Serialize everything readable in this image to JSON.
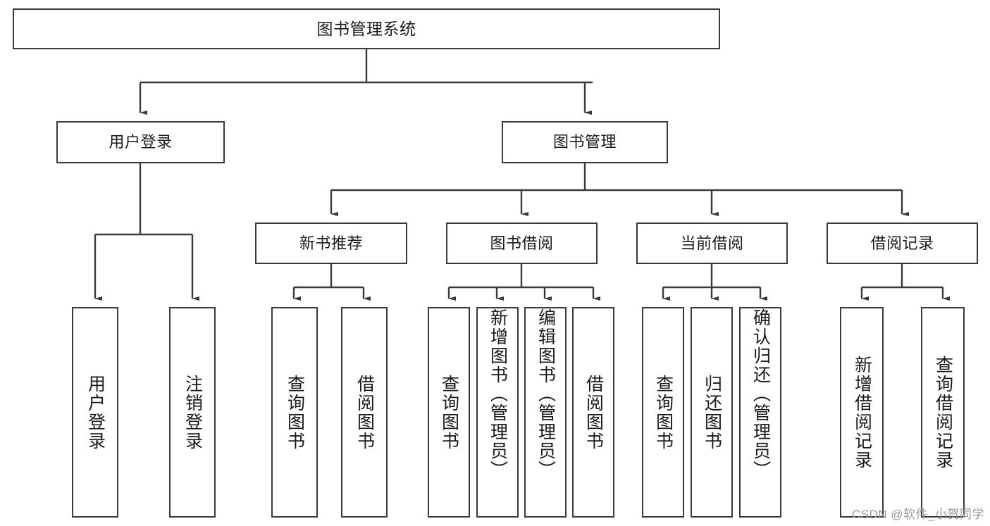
{
  "diagram": {
    "title": "图书管理系统",
    "type": "功能结构图",
    "line_color": "#3a3a3a",
    "box_fill": "#ffffff",
    "text_color": "#1a1a1a"
  },
  "watermark": {
    "text": "CSDN @软件_小贺同学",
    "color": "#9a9a9a"
  },
  "nodes": {
    "root": {
      "label": "图书管理系统"
    },
    "level2": [
      {
        "id": "user-login",
        "label": "用户登录"
      },
      {
        "id": "book-management",
        "label": "图书管理"
      }
    ],
    "level3": [
      {
        "id": "new-book-recommend",
        "label": "新书推荐"
      },
      {
        "id": "book-borrow",
        "label": "图书借阅"
      },
      {
        "id": "current-borrow",
        "label": "当前借阅"
      },
      {
        "id": "borrow-record",
        "label": "借阅记录"
      }
    ],
    "leaves": {
      "user_login": [
        {
          "id": "leaf-user-login",
          "label": "用户登录"
        },
        {
          "id": "leaf-logout",
          "label": "注销登录"
        }
      ],
      "new_book_recommend": [
        {
          "id": "leaf-query-book-1",
          "label": "查询图书"
        },
        {
          "id": "leaf-borrow-book-1",
          "label": "借阅图书"
        }
      ],
      "book_borrow": [
        {
          "id": "leaf-query-book-2",
          "label": "查询图书"
        },
        {
          "id": "leaf-add-book",
          "label": "新增图书（管理员）"
        },
        {
          "id": "leaf-edit-book",
          "label": "编辑图书（管理员）"
        },
        {
          "id": "leaf-borrow-book-2",
          "label": "借阅图书"
        }
      ],
      "current_borrow": [
        {
          "id": "leaf-query-book-3",
          "label": "查询图书"
        },
        {
          "id": "leaf-return-book",
          "label": "归还图书"
        },
        {
          "id": "leaf-confirm-return",
          "label": "确认归还（管理员）"
        }
      ],
      "borrow_record": [
        {
          "id": "leaf-add-record",
          "label": "新增借阅记录"
        },
        {
          "id": "leaf-query-record",
          "label": "查询借阅记录"
        }
      ]
    }
  },
  "tree_structure": {
    "图书管理系统": {
      "用户登录": [
        "用户登录",
        "注销登录"
      ],
      "图书管理": {
        "新书推荐": [
          "查询图书",
          "借阅图书"
        ],
        "图书借阅": [
          "查询图书",
          "新增图书（管理员）",
          "编辑图书（管理员）",
          "借阅图书"
        ],
        "当前借阅": [
          "查询图书",
          "归还图书",
          "确认归还（管理员）"
        ],
        "借阅记录": [
          "新增借阅记录",
          "查询借阅记录"
        ]
      }
    }
  }
}
